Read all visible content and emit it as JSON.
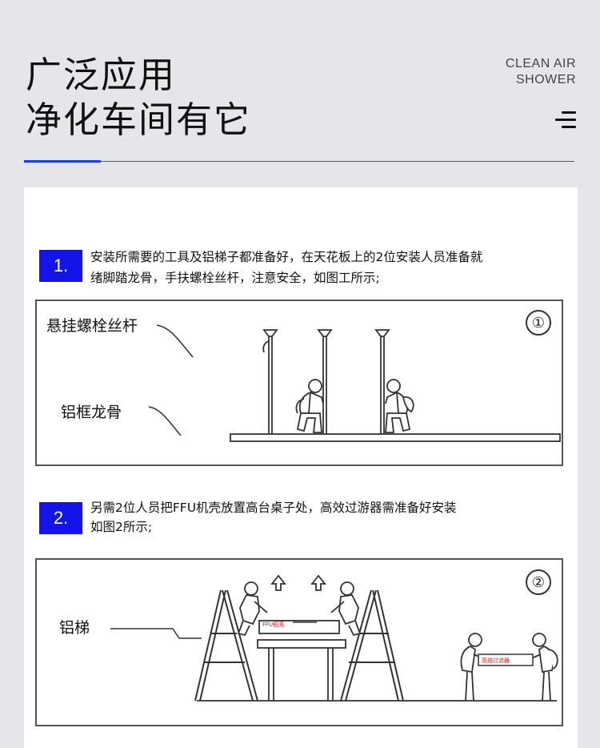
{
  "header": {
    "title_line1": "广泛应用",
    "title_line2": "净化车间有它",
    "en_line1": "CLEAN AIR",
    "en_line2": "SHOWER"
  },
  "steps": [
    {
      "number": "1.",
      "text_line1": "安装所需要的工具及铝梯子都准备好，在天花板上的2位安装人员准备就",
      "text_line2": "绪脚踏龙骨，手扶螺栓丝杆，注意安全，如图工所示;"
    },
    {
      "number": "2.",
      "text_line1": "另需2位人员把FFU机壳放置高台桌子处，高效过游器需准备好安装",
      "text_line2": "如图2所示;"
    }
  ],
  "figure1": {
    "marker": "①",
    "label_rod": "悬挂螺栓丝杆",
    "label_frame": "铝框龙骨"
  },
  "figure2": {
    "marker": "②",
    "label_ladder": "铝梯",
    "box_label_left": "FFU机壳",
    "box_label_right": "高效过滤器"
  }
}
